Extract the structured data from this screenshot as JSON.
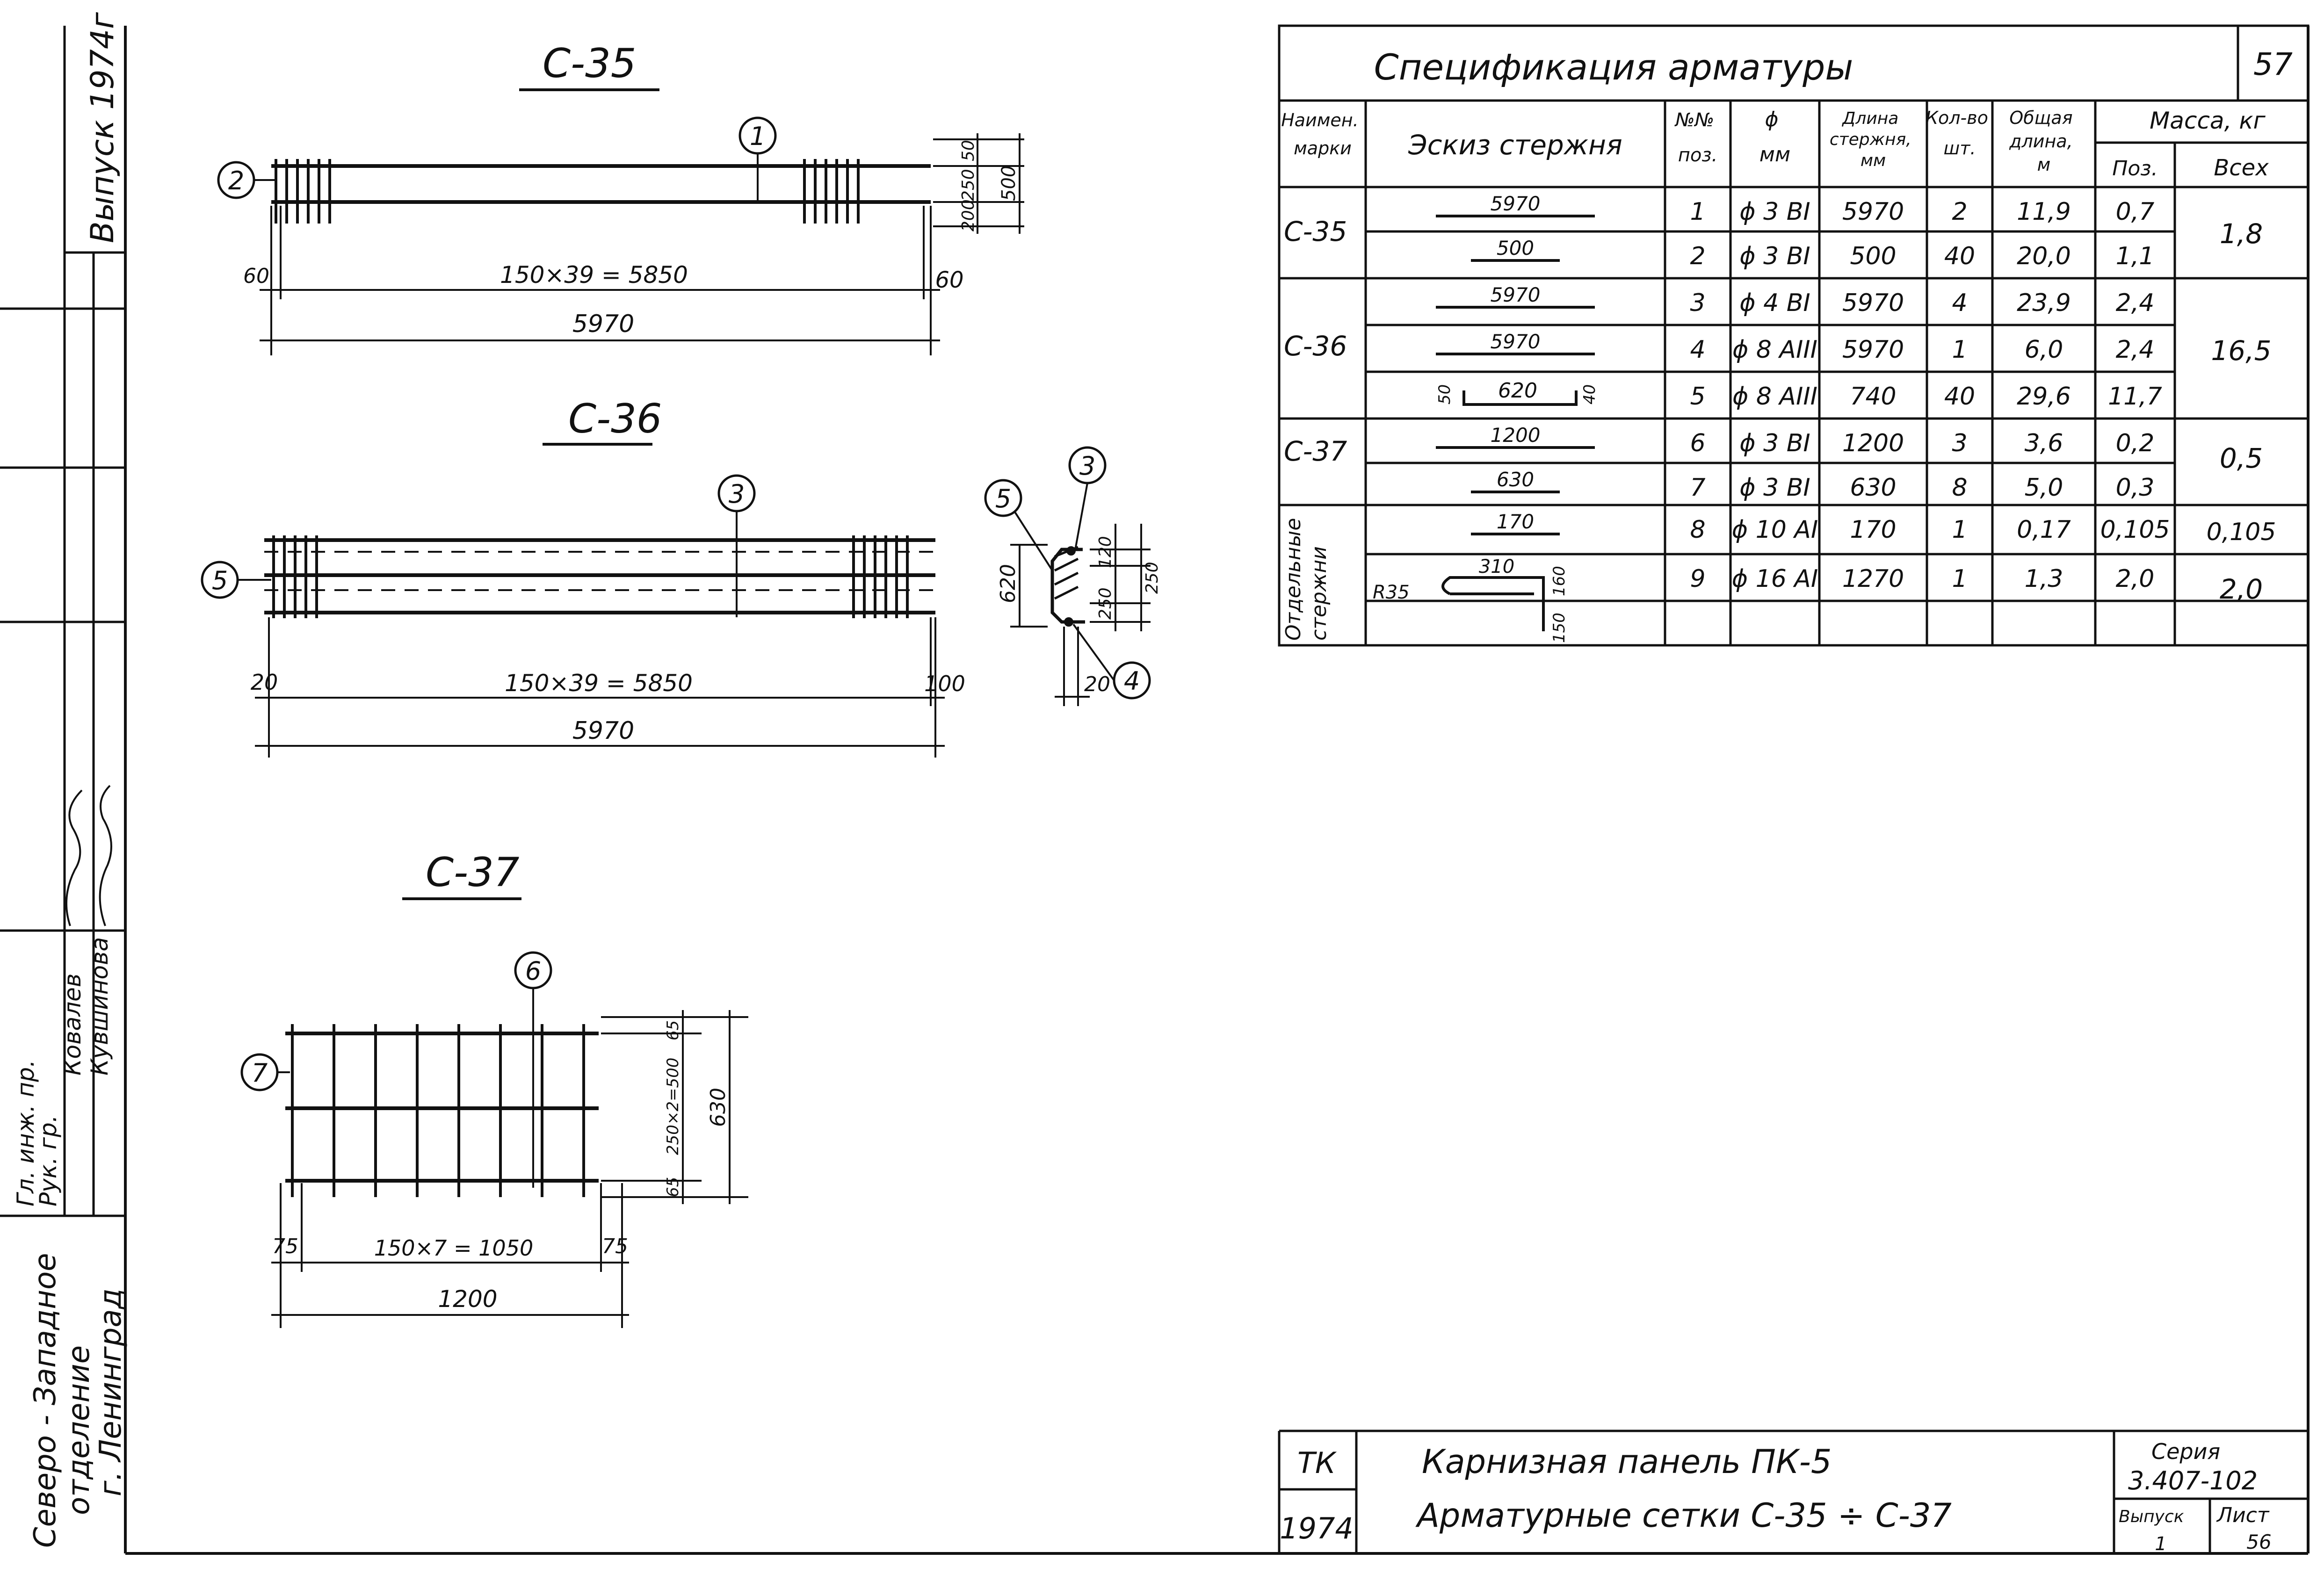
{
  "side_stamp": {
    "issue": "Выпуск 1974г",
    "pos1": "Гл. инж. пр.",
    "name1": "Ковалев",
    "pos2": "Рук. гр.",
    "name2": "Кувшинова",
    "org_line1": "Северо - Западное",
    "org_line2": "отделение",
    "org_line3": "г. Ленинград"
  },
  "drawings": {
    "c35": {
      "title": "С-35",
      "pos_main": "1",
      "pos_side": "2",
      "dim_spacing": "150×39 = 5850",
      "dim_total": "5970",
      "dim_left": "60",
      "dim_right": "60",
      "dim_v1": "50",
      "dim_v2": "250",
      "dim_v3": "200",
      "dim_v_total": "500"
    },
    "c36": {
      "title": "С-36",
      "pos_main": "3",
      "pos_side": "5",
      "dim_spacing": "150×39 = 5850",
      "dim_total": "5970",
      "dim_left": "20",
      "dim_right": "100",
      "sec_pos_a": "5",
      "sec_pos_b": "3",
      "sec_pos_c": "4",
      "sec_dim_h": "620",
      "sec_dim_1": "120",
      "sec_dim_2": "250",
      "sec_dim_3": "250",
      "sec_dim_w": "20"
    },
    "c37": {
      "title": "С-37",
      "pos_main": "6",
      "pos_side": "7",
      "dim_spacing": "150×7 = 1050",
      "dim_total": "1200",
      "dim_left": "75",
      "dim_right": "75",
      "dim_v_top": "65",
      "dim_v_mid": "250×2=500",
      "dim_v_bot": "65",
      "dim_v_total": "630"
    }
  },
  "spec": {
    "sheet_no": "57",
    "title": "Спецификация арматуры",
    "headers": {
      "mark": "Наимен. марки",
      "sketch": "Эскиз стержня",
      "pos": "№№ поз.",
      "dia": "ϕ мм",
      "length": "Длина стержня, мм",
      "qty": "Кол-во шт.",
      "total_len": "Общая длина, м",
      "mass": "Масса, кг",
      "mass_pos": "Поз.",
      "mass_all": "Всех"
    },
    "rows": [
      {
        "sketch": "5970",
        "pos": "1",
        "dia": "ϕ 3 ВI",
        "length": "5970",
        "qty": "2",
        "total_len": "11,9",
        "mass_pos": "0,7"
      },
      {
        "sketch": "500",
        "pos": "2",
        "dia": "ϕ 3 ВI",
        "length": "500",
        "qty": "40",
        "total_len": "20,0",
        "mass_pos": "1,1"
      },
      {
        "sketch": "5970",
        "pos": "3",
        "dia": "ϕ 4 ВI",
        "length": "5970",
        "qty": "4",
        "total_len": "23,9",
        "mass_pos": "2,4"
      },
      {
        "sketch": "5970",
        "pos": "4",
        "dia": "ϕ 8 АIII",
        "length": "5970",
        "qty": "1",
        "total_len": "6,0",
        "mass_pos": "2,4"
      },
      {
        "sketch": "620",
        "sketch_l": "50",
        "sketch_r": "40",
        "pos": "5",
        "dia": "ϕ 8 АIII",
        "length": "740",
        "qty": "40",
        "total_len": "29,6",
        "mass_pos": "11,7"
      },
      {
        "sketch": "1200",
        "pos": "6",
        "dia": "ϕ 3 ВI",
        "length": "1200",
        "qty": "3",
        "total_len": "3,6",
        "mass_pos": "0,2"
      },
      {
        "sketch": "630",
        "pos": "7",
        "dia": "ϕ 3 ВI",
        "length": "630",
        "qty": "8",
        "total_len": "5,0",
        "mass_pos": "0,3"
      },
      {
        "sketch": "170",
        "pos": "8",
        "dia": "ϕ 10 АI",
        "length": "170",
        "qty": "1",
        "total_len": "0,17",
        "mass_pos": "0,105"
      },
      {
        "sketch": "310",
        "sketch_r": "160",
        "sketch_b": "150",
        "sketch_rad": "R35",
        "pos": "9",
        "dia": "ϕ 16 АI",
        "length": "1270",
        "qty": "1",
        "total_len": "1,3",
        "mass_pos": "2,0"
      }
    ],
    "groups": [
      {
        "mark": "С-35",
        "mass_all": "1,8"
      },
      {
        "mark": "С-36",
        "mass_all": "16,5"
      },
      {
        "mark": "С-37",
        "mass_all": "0,5"
      },
      {
        "mark": "Отдельные стержни",
        "mass_all": "0,105"
      },
      {
        "mark": "",
        "mass_all": "2,0"
      }
    ]
  },
  "title_block": {
    "org": "ТК",
    "year": "1974",
    "line1": "Карнизная панель ПК-5",
    "line2": "Арматурные сетки С-35 ÷ С-37",
    "series_label": "Серия",
    "series_value": "3.407-102",
    "issue_label": "Выпуск",
    "issue_value": "1",
    "sheet_label": "Лист",
    "sheet_value": "56"
  }
}
